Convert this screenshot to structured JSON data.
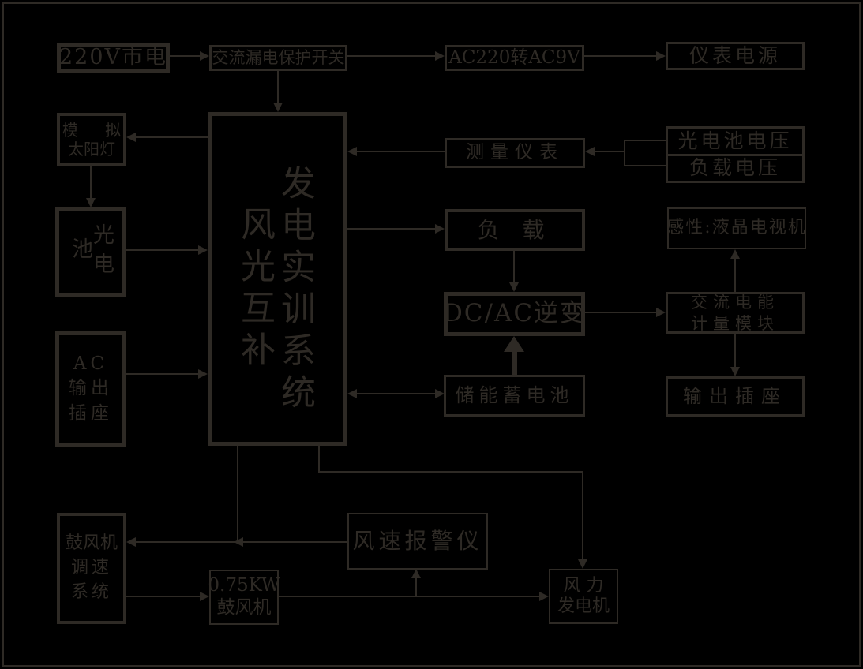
{
  "diagram": {
    "title": "风光互补发电实训系统",
    "colors": {
      "background": "#000000",
      "stroke": "#2e2a25",
      "text": "#2e2a25"
    },
    "nodes": {
      "mains_220v": {
        "label": "220V市电"
      },
      "leakage_switch": {
        "label": "交流漏电保护开关"
      },
      "ac220_to_ac9v": {
        "label": "AC220转AC9V"
      },
      "instrument_power": {
        "label": "仪表电源"
      },
      "solar_lamp": {
        "line1": "模 拟",
        "line2": "太阳灯"
      },
      "pv_cell": {
        "label": "光电池"
      },
      "ac_outlet": {
        "line1": "AC",
        "line2": "输出",
        "line3": "插座"
      },
      "main_system": {
        "col_right": "发电实训系统",
        "col_left": "风光互补"
      },
      "measure_meter": {
        "label": "测量仪表"
      },
      "load": {
        "label": "负 载"
      },
      "dc_ac_inverter": {
        "label": "DC/AC逆变"
      },
      "storage_battery": {
        "label": "储能蓄电池"
      },
      "pv_load_voltage": {
        "row1": "光电池电压",
        "row2": "负载电压"
      },
      "inductive_tv": {
        "label": "感性:液晶电视机"
      },
      "ac_energy_meter": {
        "line1": "交流电能",
        "line2": "计量模块"
      },
      "output_socket": {
        "label": "输出插座"
      },
      "blower_speed_ctrl": {
        "line1": "鼓风机",
        "line2": "调速",
        "line3": "系统"
      },
      "wind_alarm": {
        "label": "风速报警仪"
      },
      "blower": {
        "line1": "0.75KW",
        "line2": "鼓风机"
      },
      "wind_generator": {
        "line1": "风 力",
        "line2": "发电机"
      }
    }
  }
}
